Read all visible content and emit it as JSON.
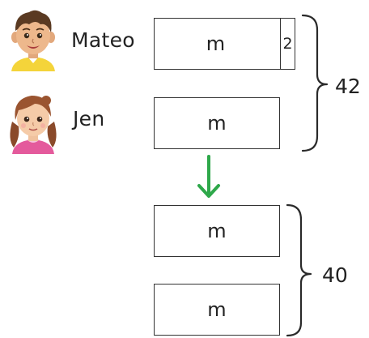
{
  "diagram": {
    "before": {
      "people": [
        {
          "name": "Mateo",
          "avatar_icon": "boy-avatar-icon"
        },
        {
          "name": "Jen",
          "avatar_icon": "girl-avatar-icon"
        }
      ],
      "bars": [
        {
          "label": "m",
          "extra": "2"
        },
        {
          "label": "m"
        }
      ],
      "total": "42"
    },
    "arrow_color": "#2ea84a",
    "after": {
      "bars": [
        {
          "label": "m"
        },
        {
          "label": "m"
        }
      ],
      "total": "40"
    }
  }
}
